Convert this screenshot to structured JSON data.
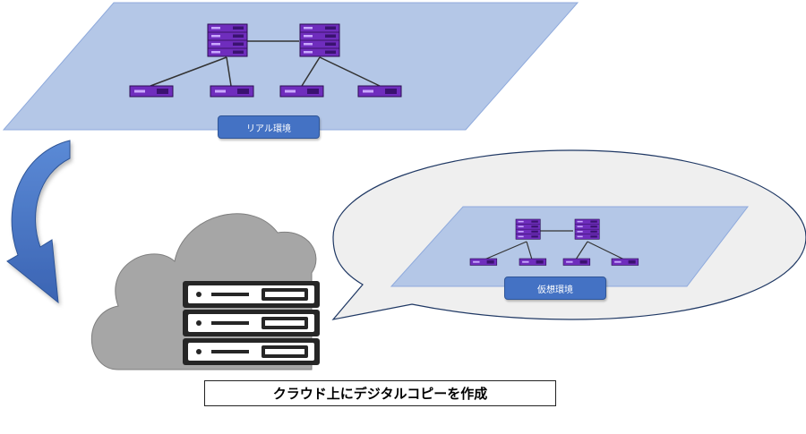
{
  "real_environment": {
    "label": "リアル環境"
  },
  "virtual_environment": {
    "label": "仮想環境"
  },
  "caption": "クラウド上にデジタルコピーを作成",
  "colors": {
    "plane_fill": "#b4c7e7",
    "label_fill": "#4472c4",
    "server_purple": "#6f2dbd",
    "cloud_gray": "#a6a6a6",
    "rack_dark": "#262626",
    "arrow_blue": "#4472c4",
    "bubble_fill": "#efefef"
  },
  "icons": [
    "network-server-icon",
    "cloud-server-icon",
    "curved-arrow-icon"
  ]
}
